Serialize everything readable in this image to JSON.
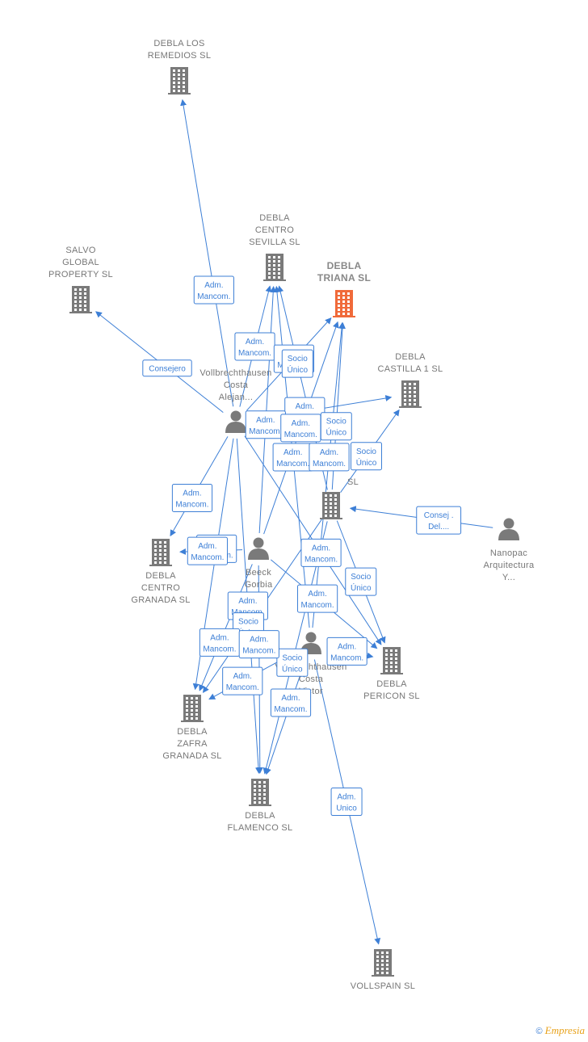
{
  "colors": {
    "accent": "#3d7fd6",
    "node": "#7a7a7a",
    "focus": "#f06a3a"
  },
  "nodes": [
    {
      "id": "remedios",
      "kind": "company",
      "label": [
        "DEBLA LOS",
        "REMEDIOS  SL"
      ]
    },
    {
      "id": "salvo",
      "kind": "company",
      "label": [
        "SALVO",
        "GLOBAL",
        "PROPERTY  SL"
      ]
    },
    {
      "id": "sevilla",
      "kind": "company",
      "label": [
        "DEBLA",
        "CENTRO",
        "SEVILLA  SL"
      ]
    },
    {
      "id": "triana",
      "kind": "company",
      "focus": true,
      "label": [
        "DEBLA",
        "TRIANA  SL"
      ]
    },
    {
      "id": "castilla",
      "kind": "company",
      "label": [
        "DEBLA",
        "CASTILLA 1  SL"
      ]
    },
    {
      "id": "alejandro",
      "kind": "person",
      "label": [
        "Vollbrechthausen",
        "Costa",
        "Alejan..."
      ]
    },
    {
      "id": "midco",
      "kind": "company",
      "label": [
        "SL"
      ]
    },
    {
      "id": "nanopac",
      "kind": "person",
      "label": [
        "Nanopac",
        "Arquitectura",
        "Y..."
      ]
    },
    {
      "id": "granada",
      "kind": "company",
      "label": [
        "DEBLA",
        "CENTRO",
        "GRANADA  SL"
      ]
    },
    {
      "id": "beeck",
      "kind": "person",
      "label": [
        "Beeck",
        "Gorbia"
      ]
    },
    {
      "id": "victor",
      "kind": "person",
      "label": [
        "Vollbrechthausen",
        "Costa",
        "Victor"
      ]
    },
    {
      "id": "pericon",
      "kind": "company",
      "label": [
        "DEBLA",
        "PERICON  SL"
      ]
    },
    {
      "id": "zafra",
      "kind": "company",
      "label": [
        "DEBLA",
        "ZAFRA",
        "GRANADA  SL"
      ]
    },
    {
      "id": "flamenco",
      "kind": "company",
      "label": [
        "DEBLA",
        "FLAMENCO  SL"
      ]
    },
    {
      "id": "vollspain",
      "kind": "company",
      "label": [
        "VOLLSPAIN  SL"
      ]
    }
  ],
  "edges": [
    {
      "from": "alejandro",
      "to": "remedios",
      "label": [
        "Adm.",
        "Mancom."
      ]
    },
    {
      "from": "alejandro",
      "to": "salvo",
      "label": [
        "Consejero"
      ]
    },
    {
      "from": "alejandro",
      "to": "sevilla",
      "label": [
        "Adm.",
        "Mancom."
      ]
    },
    {
      "from": "alejandro",
      "to": "triana",
      "label": [
        "Adm.",
        "Mancom."
      ]
    },
    {
      "from": "alejandro",
      "to": "granada",
      "label": [
        "Adm.",
        "Mancom."
      ]
    },
    {
      "from": "alejandro",
      "to": "castilla",
      "label": [
        "Adm.",
        "Mancom."
      ]
    },
    {
      "from": "alejandro",
      "to": "zafra",
      "label": [
        "Adm.",
        "Mancom."
      ]
    },
    {
      "from": "alejandro",
      "to": "flamenco",
      "label": [
        "Adm.",
        "Mancom."
      ]
    },
    {
      "from": "alejandro",
      "to": "pericon",
      "label": [
        "Adm.",
        "Mancom."
      ]
    },
    {
      "from": "midco",
      "to": "sevilla",
      "label": [
        "Socio",
        "Único"
      ]
    },
    {
      "from": "midco",
      "to": "triana",
      "label": [
        "Socio",
        "Único"
      ]
    },
    {
      "from": "midco",
      "to": "castilla",
      "label": [
        "Socio",
        "Único"
      ]
    },
    {
      "from": "midco",
      "to": "pericon",
      "label": [
        "Socio",
        "Único"
      ]
    },
    {
      "from": "midco",
      "to": "flamenco",
      "label": [
        "Socio",
        "Único"
      ]
    },
    {
      "from": "midco",
      "to": "zafra",
      "label": [
        "Socio",
        "Único"
      ]
    },
    {
      "from": "nanopac",
      "to": "midco",
      "label": [
        "Consej .",
        "Del...."
      ]
    },
    {
      "from": "beeck",
      "to": "sevilla",
      "label": [
        "Adm.",
        "Mancom."
      ]
    },
    {
      "from": "beeck",
      "to": "triana",
      "label": [
        "Adm.",
        "Mancom."
      ]
    },
    {
      "from": "beeck",
      "to": "granada",
      "label": [
        "Adm.",
        "Mancom."
      ]
    },
    {
      "from": "beeck",
      "to": "zafra",
      "label": [
        "Adm.",
        "Mancom."
      ]
    },
    {
      "from": "beeck",
      "to": "flamenco",
      "label": [
        "Adm.",
        "Mancom."
      ]
    },
    {
      "from": "beeck",
      "to": "pericon",
      "label": [
        "Adm.",
        "Mancom."
      ]
    },
    {
      "from": "victor",
      "to": "sevilla",
      "label": [
        "Adm.",
        "Mancom."
      ]
    },
    {
      "from": "victor",
      "to": "triana",
      "label": [
        "Adm.",
        "Mancom."
      ]
    },
    {
      "from": "victor",
      "to": "zafra",
      "label": [
        "Adm.",
        "Mancom."
      ]
    },
    {
      "from": "victor",
      "to": "flamenco",
      "label": [
        "Adm.",
        "Mancom."
      ]
    },
    {
      "from": "victor",
      "to": "pericon",
      "label": [
        "Adm.",
        "Mancom."
      ]
    },
    {
      "from": "victor",
      "to": "vollspain",
      "label": [
        "Adm.",
        "Unico"
      ]
    }
  ],
  "footer": {
    "copyright": "©",
    "brand": "Empresia"
  }
}
